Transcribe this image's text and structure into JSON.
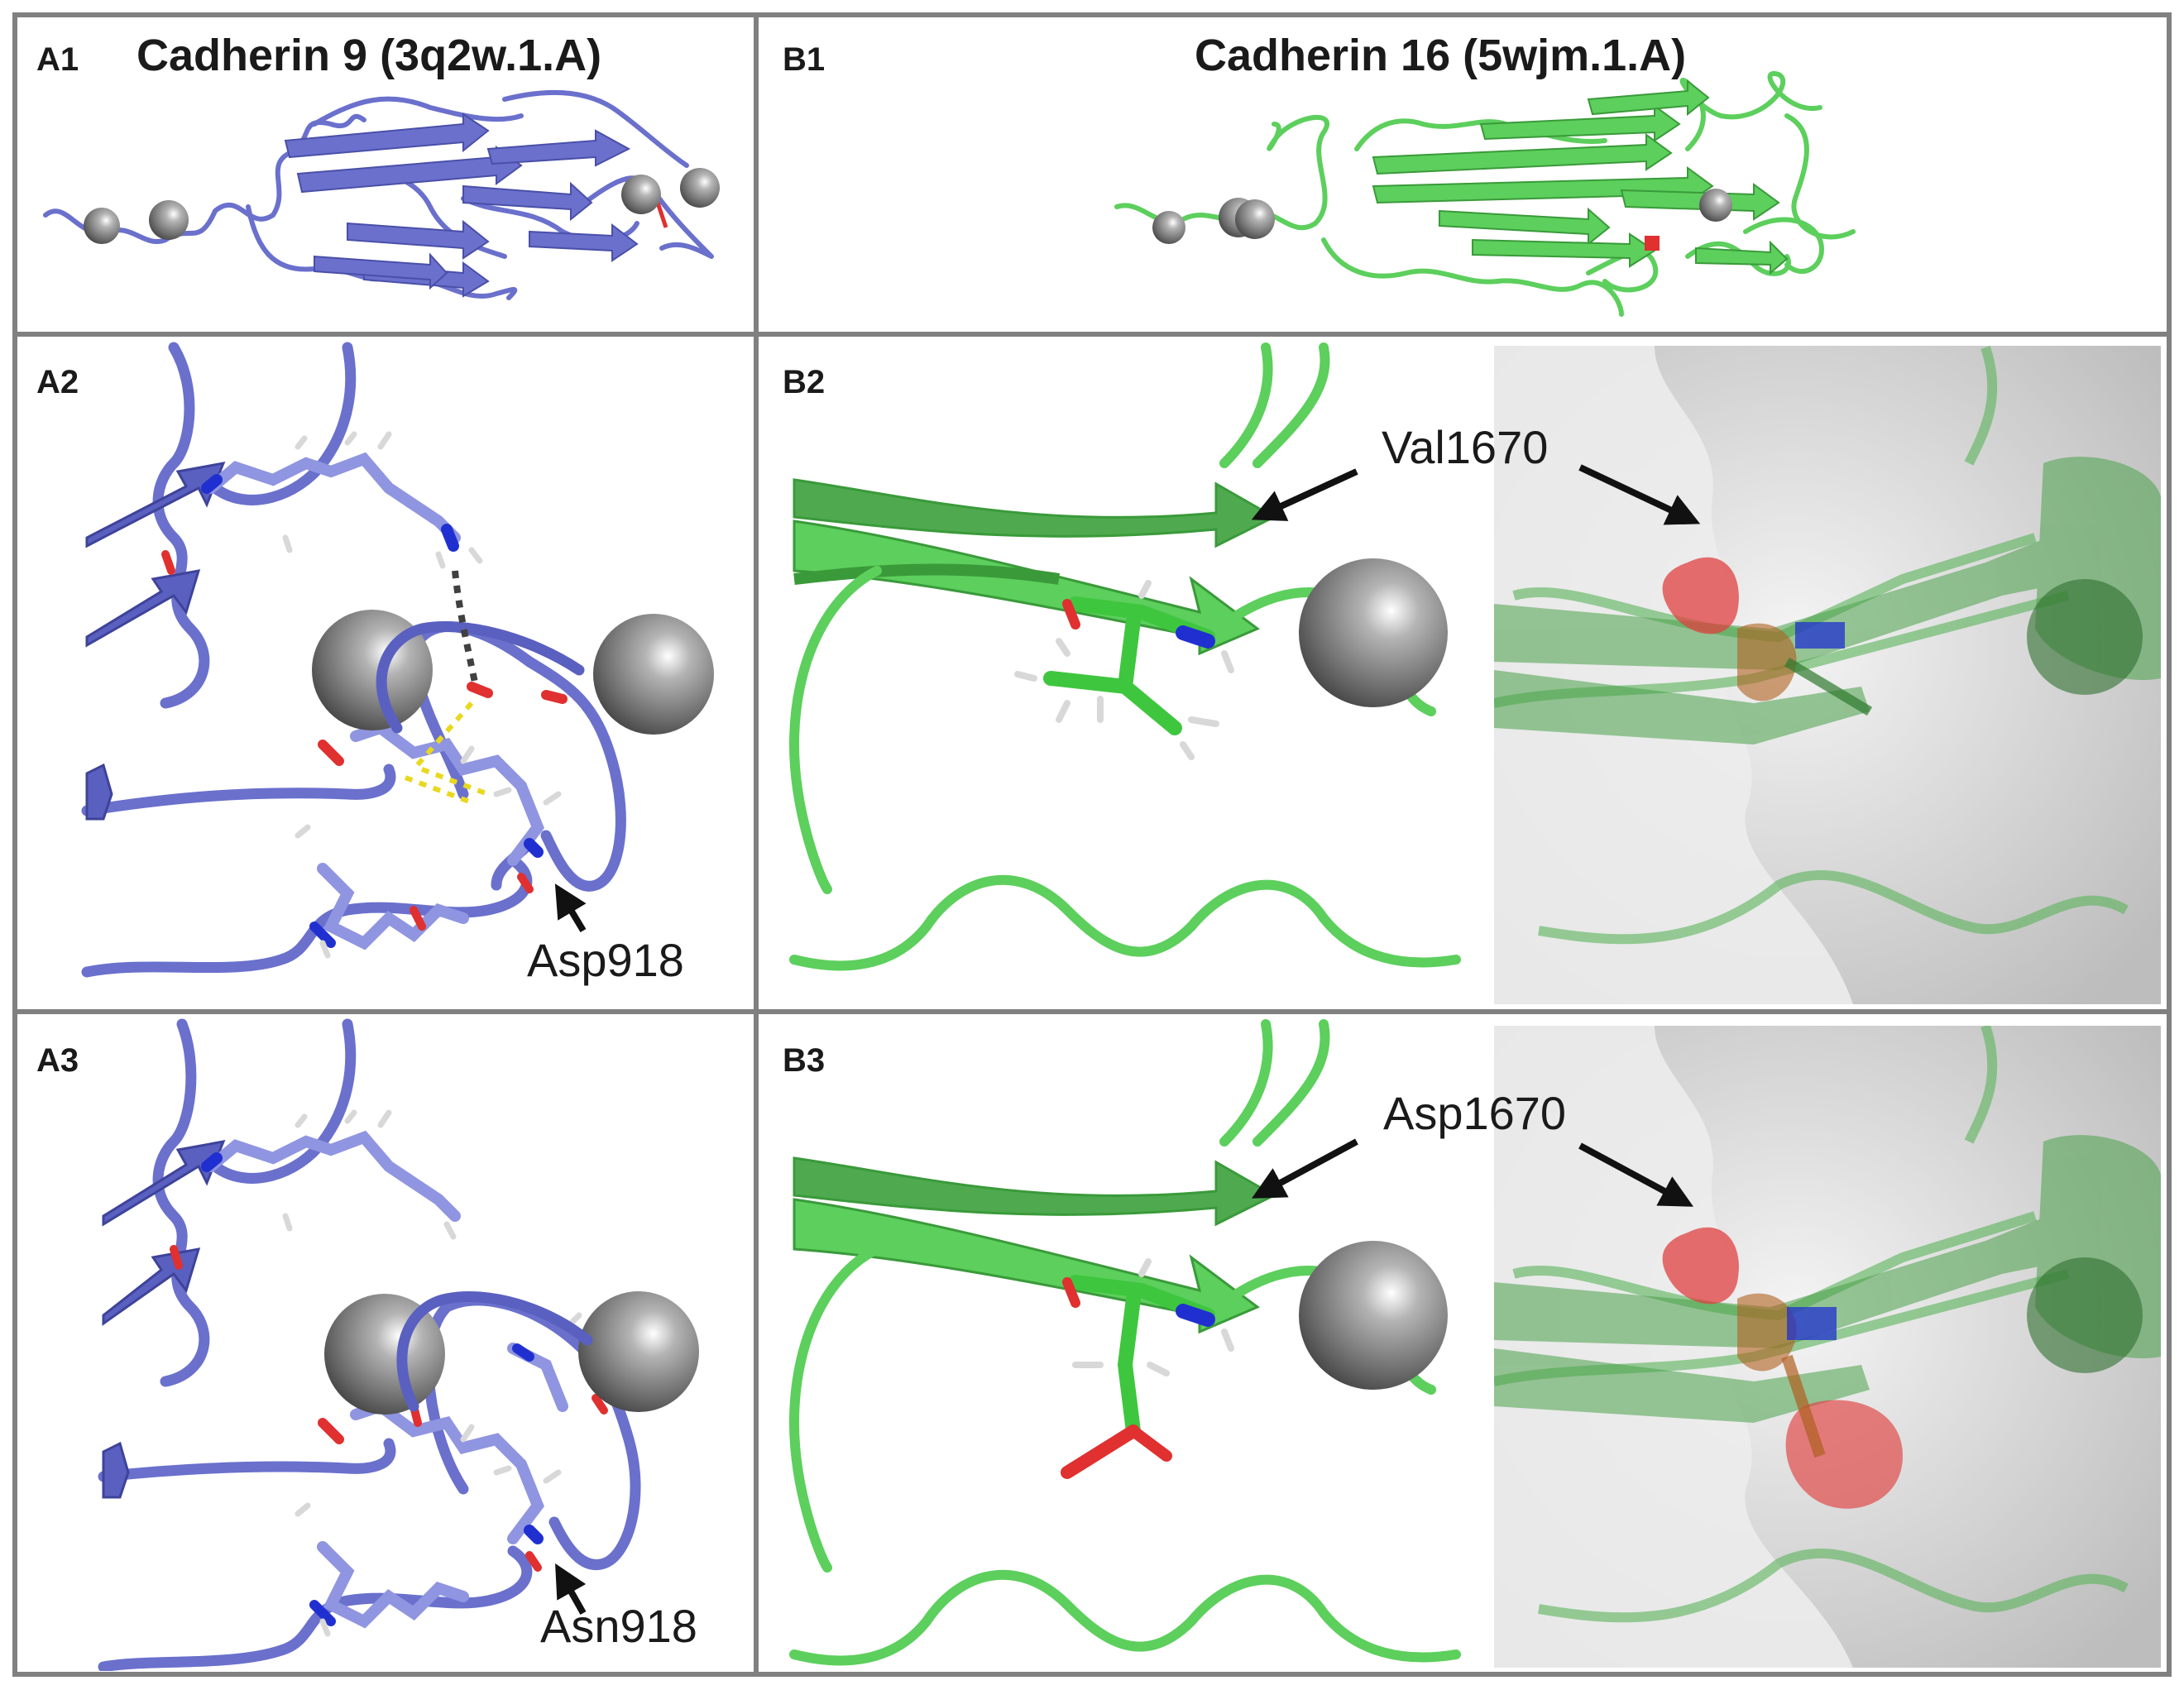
{
  "panels": {
    "A1": {
      "label": "A1",
      "title": "Cadherin 9 (3q2w.1.A)"
    },
    "B1": {
      "label": "B1",
      "title": "Cadherin 16 (5wjm.1.A)"
    },
    "A2": {
      "label": "A2",
      "residue": "Asp918"
    },
    "B2": {
      "label": "B2",
      "residue": "Val1670"
    },
    "A3": {
      "label": "A3",
      "residue": "Asn918"
    },
    "B3": {
      "label": "B3",
      "residue": "Asp1670"
    }
  },
  "colors": {
    "border": "#808080",
    "cadherin9_ribbon": "#6a70cc",
    "cadherin9_ribbon_dark": "#4a4fa8",
    "cadherin16_ribbon": "#5ccf5c",
    "cadherin16_ribbon_dark": "#3a9a3a",
    "calcium_ion": "#8a8a8a",
    "oxygen": "#e03030",
    "nitrogen": "#2030d0",
    "hydrogen": "#e0e0e0",
    "hbond": "#e8d820",
    "salt_bridge": "#404040",
    "surface": "#e6e6e6",
    "mutation_highlight": "#e04040"
  },
  "icons": [
    "calcium-ion-sphere",
    "arrow-icon"
  ]
}
